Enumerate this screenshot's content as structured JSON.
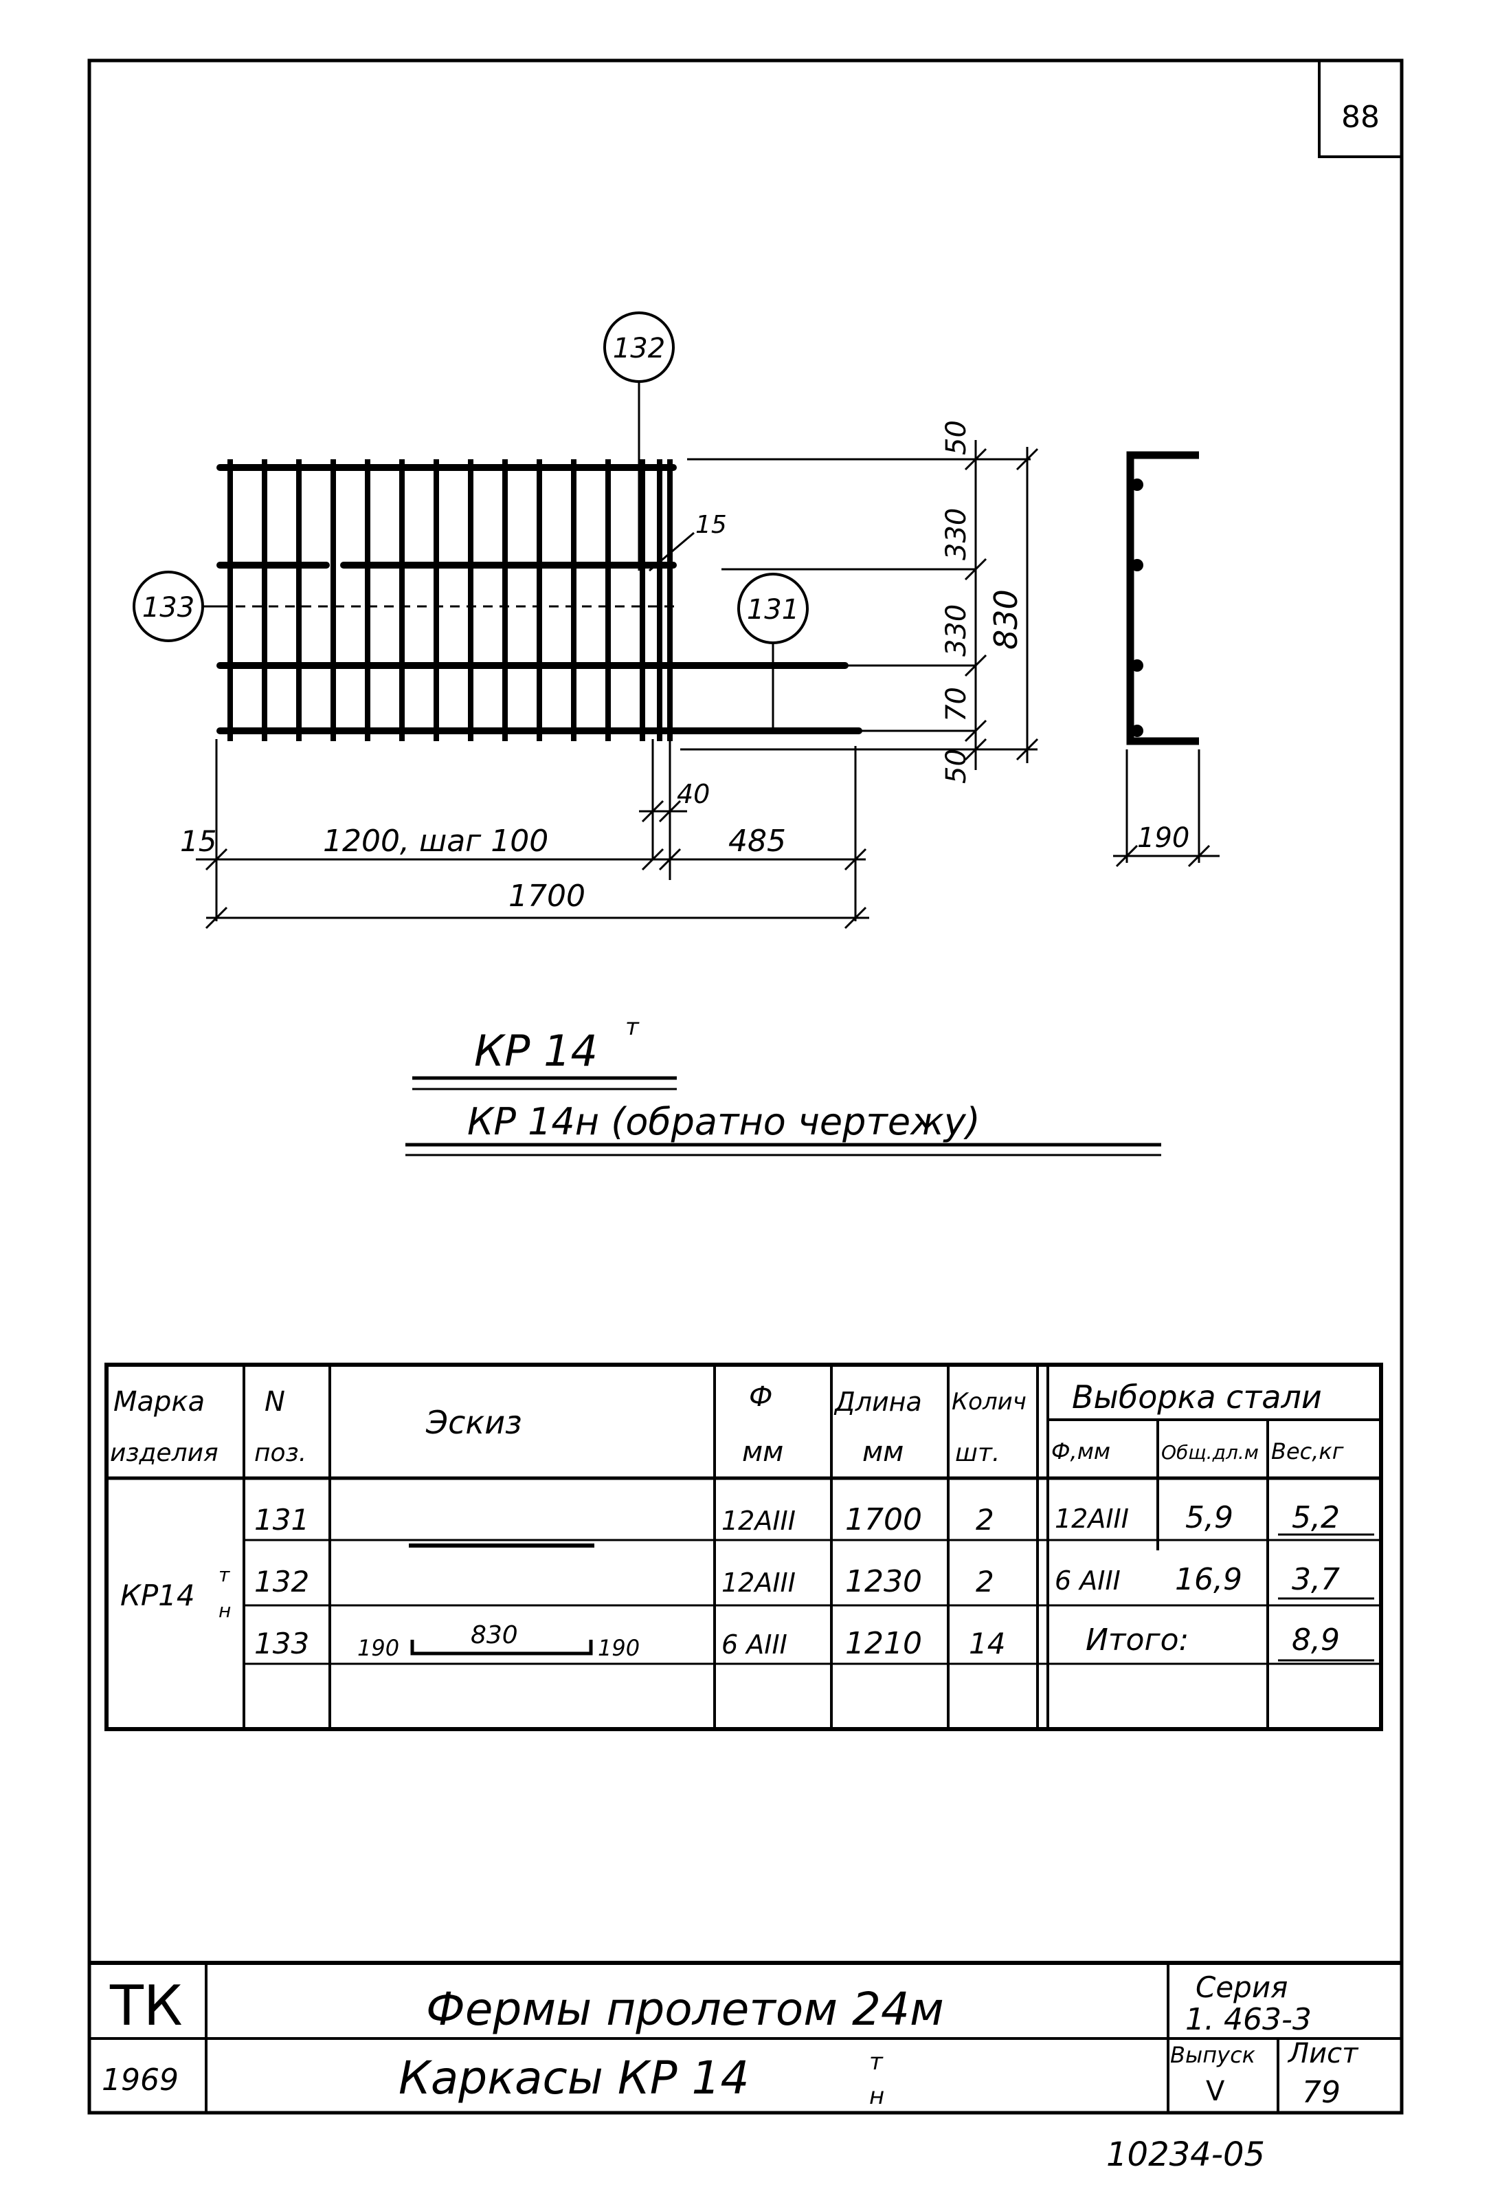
{
  "sheet_corner_number": "88",
  "drawing": {
    "callouts": {
      "c132": "132",
      "c133": "133",
      "c131": "131"
    },
    "dims": {
      "d50_top": "50",
      "d330_a": "330",
      "d330_b": "330",
      "d70": "70",
      "d50_bot": "50",
      "d830": "830",
      "d15_top": "15",
      "d40": "40",
      "d15_left": "15",
      "d1200": "1200, шаг 100",
      "d485": "485",
      "d1700": "1700",
      "d190": "190"
    },
    "title_main": "КР 14",
    "title_main_sup": "т",
    "title_sub": "КР 14н (обратно чертежу)"
  },
  "table": {
    "headers": {
      "mark_1": "Марка",
      "mark_2": "изделия",
      "pos_1": "N",
      "pos_2": "поз.",
      "sketch": "Эскиз",
      "phi_1": "Ф",
      "phi_2": "мм",
      "len_1": "Длина",
      "len_2": "мм",
      "qty_1": "Колич",
      "qty_2": "шт.",
      "select": "Выборка стали",
      "s_phi": "Ф,мм",
      "s_len": "Общ.дл.м",
      "s_wt": "Вес,кг"
    },
    "mark": "КР14",
    "mark_sup": "т",
    "mark_sub": "н",
    "rows": [
      {
        "pos": "131",
        "phi": "12АIII",
        "len": "1700",
        "qty": "2"
      },
      {
        "pos": "132",
        "phi": "12АIII",
        "len": "1230",
        "qty": "2"
      },
      {
        "pos": "133",
        "phi": "6 АIII",
        "len": "1210",
        "qty": "14"
      }
    ],
    "sketch133": {
      "left": "190",
      "mid": "830",
      "right": "190"
    },
    "selection": [
      {
        "phi": "12АIII",
        "len": "5,9",
        "wt": "5,2"
      },
      {
        "phi": "6 АIII",
        "len": "16,9",
        "wt": "3,7"
      }
    ],
    "total_label": "Итого:",
    "total_value": "8,9"
  },
  "title_block": {
    "org": "ТК",
    "year": "1969",
    "title_1": "Фермы пролетом 24м",
    "title_2": "Каркасы  КР 14",
    "title_2_sup": "т",
    "title_2_sub": "н",
    "series_label": "Серия",
    "series_value": "1. 463-3",
    "issue_label": "Выпуск",
    "issue_value": "V",
    "sheet_label": "Лист",
    "sheet_value": "79"
  },
  "archive_number": "10234-05"
}
